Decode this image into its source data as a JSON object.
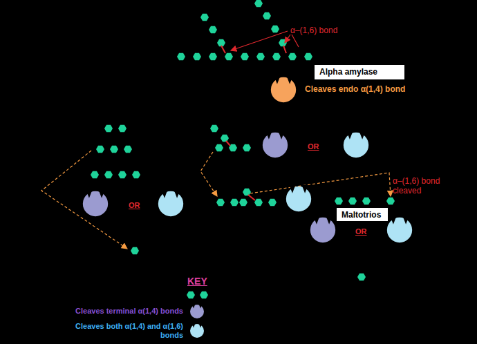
{
  "diagram": {
    "nodes": [
      {
        "text": [
          "Alpha amylase"
        ]
      },
      {
        "text": [
          "Maltotrios"
        ]
      }
    ],
    "labels": [
      "α–(1,6) bond",
      "Cleaves endo α(1,4) bond",
      "OR",
      "OR",
      "OR",
      "α–(1,6) bond cleaved",
      "KEY"
    ],
    "legend": [
      {
        "text": "Cleaves terminal α(1,4) bonds",
        "color": "#9b9bd0"
      },
      {
        "text": "Cleaves both α(1,4) and α(1,6) bonds",
        "color": "#aee3f5"
      }
    ]
  }
}
